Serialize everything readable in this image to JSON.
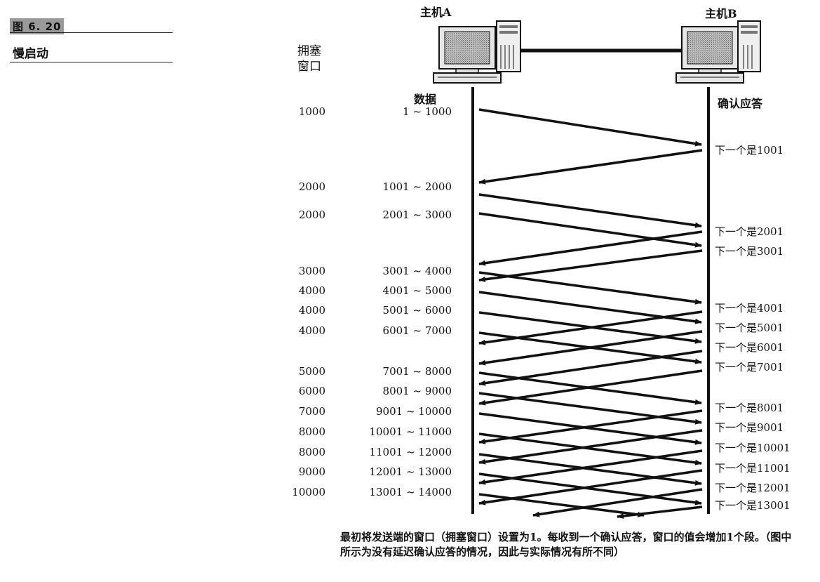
{
  "figure": {
    "number": "图 6. 20",
    "title": "慢启动"
  },
  "hosts": {
    "a_label": "主机A",
    "b_label": "主机B"
  },
  "columns": {
    "cwnd_header": "拥塞窗口",
    "data_header": "数据",
    "ack_header": "确认应答"
  },
  "rows": [
    {
      "cwnd": "1000",
      "range": "1 ~ 1000"
    },
    {
      "cwnd": "2000",
      "range": "1001 ~ 2000"
    },
    {
      "cwnd": "2000",
      "range": "2001 ~ 3000"
    },
    {
      "cwnd": "3000",
      "range": "3001 ~ 4000"
    },
    {
      "cwnd": "4000",
      "range": "4001 ~ 5000"
    },
    {
      "cwnd": "4000",
      "range": "5001 ~ 6000"
    },
    {
      "cwnd": "4000",
      "range": "6001 ~ 7000"
    },
    {
      "cwnd": "5000",
      "range": "7001 ~ 8000"
    },
    {
      "cwnd": "6000",
      "range": "8001 ~ 9000"
    },
    {
      "cwnd": "7000",
      "range": "9001 ~ 10000"
    },
    {
      "cwnd": "8000",
      "range": "10001 ~ 11000"
    },
    {
      "cwnd": "8000",
      "range": "11001 ~ 12000"
    },
    {
      "cwnd": "9000",
      "range": "12001 ~ 13000"
    },
    {
      "cwnd": "10000",
      "range": "13001 ~ 14000"
    }
  ],
  "acks": [
    "下一个是1001",
    "下一个是2001",
    "下一个是3001",
    "下一个是4001",
    "下一个是5001",
    "下一个是6001",
    "下一个是7001",
    "下一个是8001",
    "下一个是9001",
    "下一个是10001",
    "下一个是11001",
    "下一个是12001",
    "下一个是13001"
  ],
  "caption": "最初将发送端的窗口（拥塞窗口）设置为1。每收到一个确认应答，窗口的值会增加1个段。（图中所示为没有延迟确认应答的情况，因此与实际情况有所不同）"
}
